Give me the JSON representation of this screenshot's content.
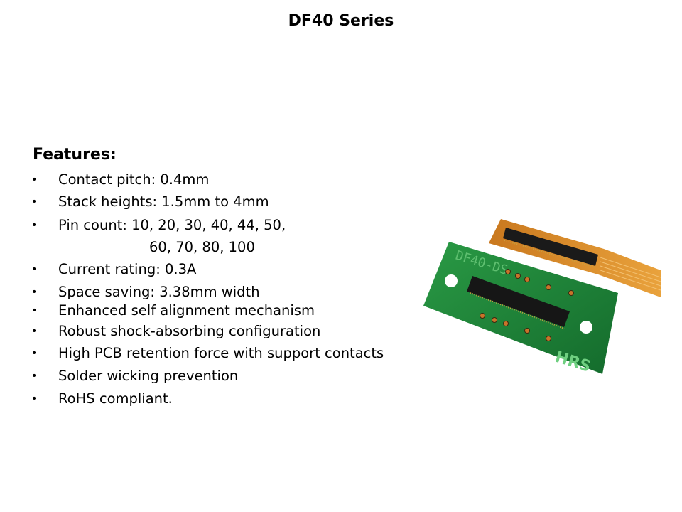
{
  "slide": {
    "title": "DF40 Series",
    "features_heading": "Features:",
    "bullet_glyph": "•",
    "features": [
      {
        "text": "Contact pitch: 0.4mm"
      },
      {
        "text": "Stack heights: 1.5mm to 4mm"
      },
      {
        "text": "Pin count: 10, 20, 30, 40, 44, 50,",
        "continuation": "60, 70, 80, 100"
      },
      {
        "text": "Current rating: 0.3A"
      },
      {
        "text": "Space saving: 3.38mm width"
      },
      {
        "text": "Enhanced self alignment mechanism"
      },
      {
        "text": "Robust shock-absorbing configuration"
      },
      {
        "text": "High PCB retention force with support contacts"
      },
      {
        "text": "Solder wicking prevention"
      },
      {
        "text": "RoHS compliant."
      }
    ],
    "photo_board_label": "DF40-DS",
    "photo_logo": "HRS",
    "colors": {
      "pcb_green": "#1f8a3a",
      "flex_orange": "#d98a2a",
      "connector": "#1a1a1a"
    }
  }
}
